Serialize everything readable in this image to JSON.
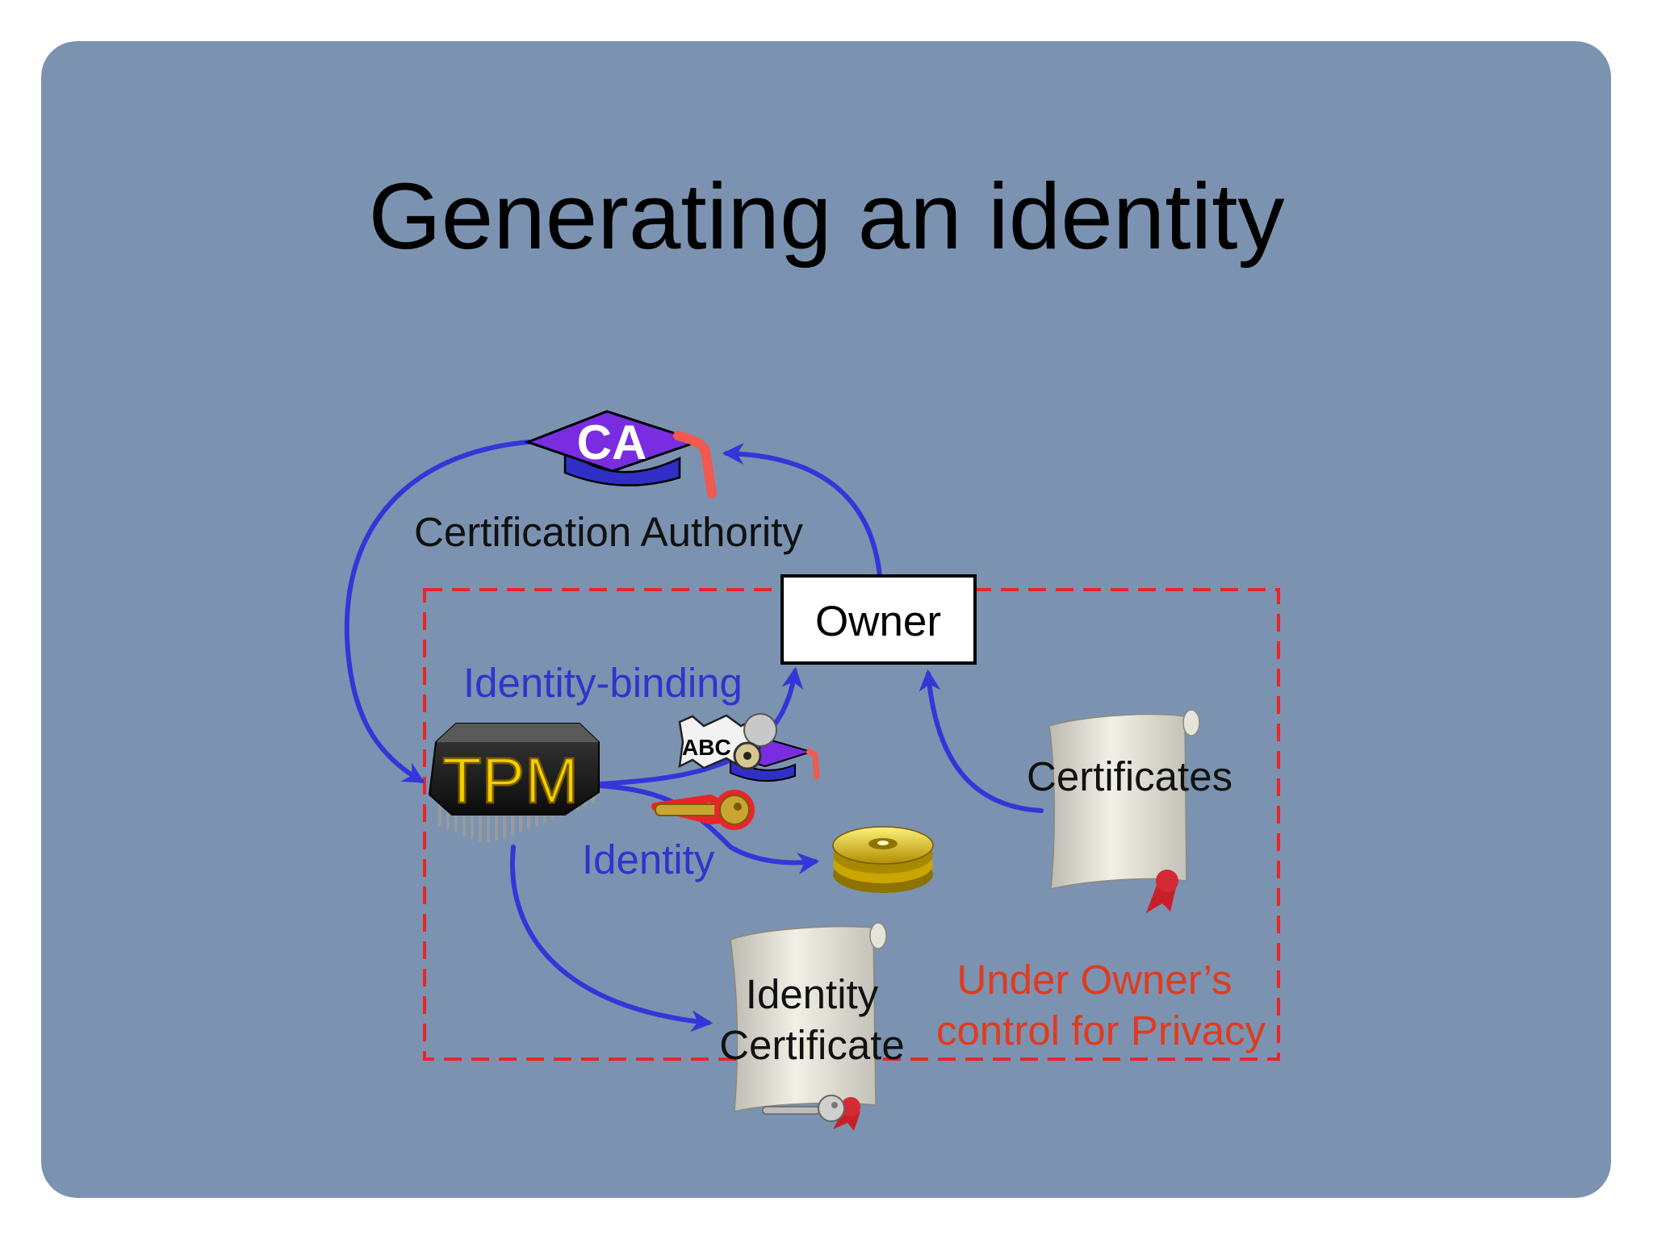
{
  "slide": {
    "title": "Generating an identity",
    "background_color": "#7b93b0"
  },
  "diagram": {
    "ca_badge": "CA",
    "ca_label": "Certification Authority",
    "owner": "Owner",
    "tpm": "TPM",
    "abc": "ABC",
    "identity_binding": "Identity-binding",
    "identity": "Identity",
    "certificates": "Certificates",
    "identity_certificate_line1": "Identity",
    "identity_certificate_line2": "Certificate",
    "privacy_line1": "Under Owner’s",
    "privacy_line2": "control for Privacy",
    "colors": {
      "arrow": "#3535d8",
      "privacy_boundary": "#e8262a",
      "tpm_text": "#f2d000",
      "ca_cap": "#7a2de0"
    },
    "icons": [
      "graduation-cap-icon",
      "tpm-chip-icon",
      "scroll-icon",
      "key-icon",
      "disk-icon",
      "lock-icon"
    ]
  }
}
